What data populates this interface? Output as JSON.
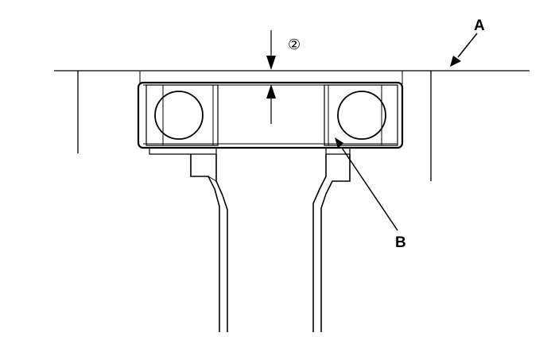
{
  "callouts": {
    "a": "A",
    "b": "B",
    "dimension_marker": "②"
  },
  "colors": {
    "ink": "#000000",
    "paper": "#ffffff"
  }
}
